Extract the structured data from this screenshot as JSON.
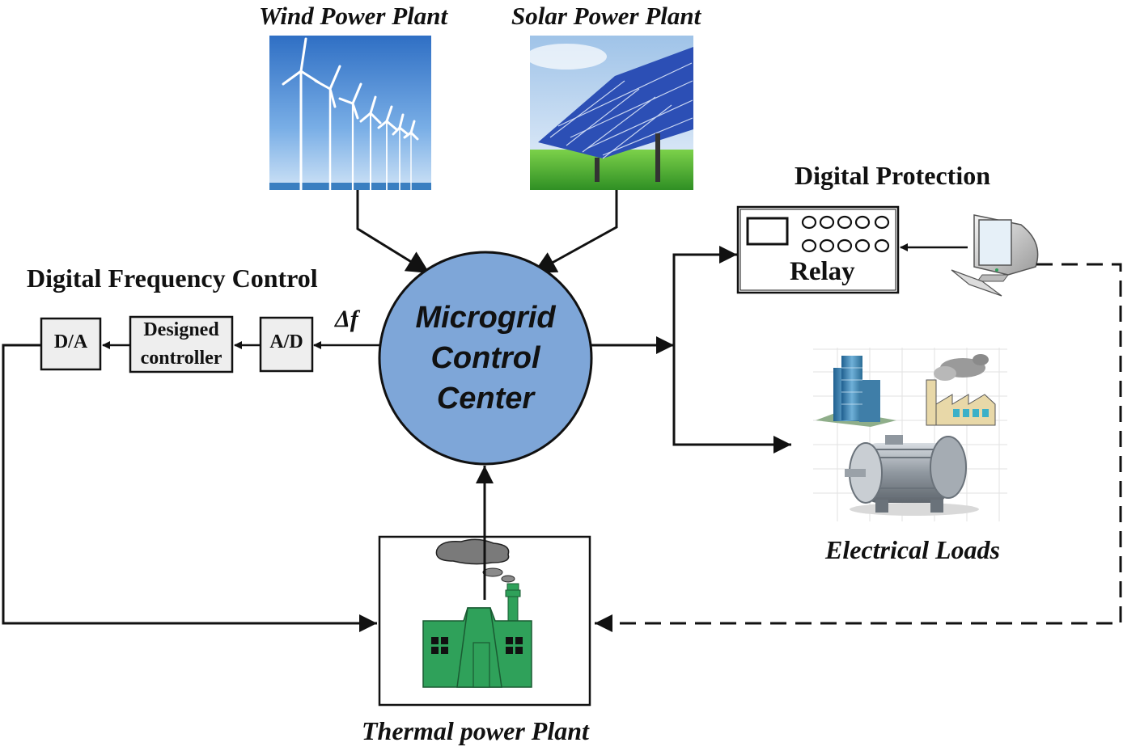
{
  "title_wind": "Wind Power Plant",
  "title_solar": "Solar Power Plant",
  "title_protection": "Digital Protection",
  "title_frequency": "Digital Frequency Control",
  "relay_label": "Relay",
  "center": {
    "line1": "Microgrid",
    "line2": "Control",
    "line3": "Center"
  },
  "blocks": {
    "da": "D/A",
    "controller_line1": "Designed",
    "controller_line2": "controller",
    "ad": "A/D"
  },
  "delta_f": "Δf",
  "loads_label": "Electrical Loads",
  "thermal_label": "Thermal power Plant",
  "colors": {
    "center_fill": "#7ea6d8",
    "block_fill": "#eeeeee",
    "factory_green": "#2fa15a",
    "line": "#111111"
  },
  "icons": [
    "wind-turbines-image",
    "solar-panels-image",
    "relay-device",
    "computer-icon",
    "building-icon",
    "factory-icon",
    "motor-icon",
    "thermal-plant-icon"
  ]
}
